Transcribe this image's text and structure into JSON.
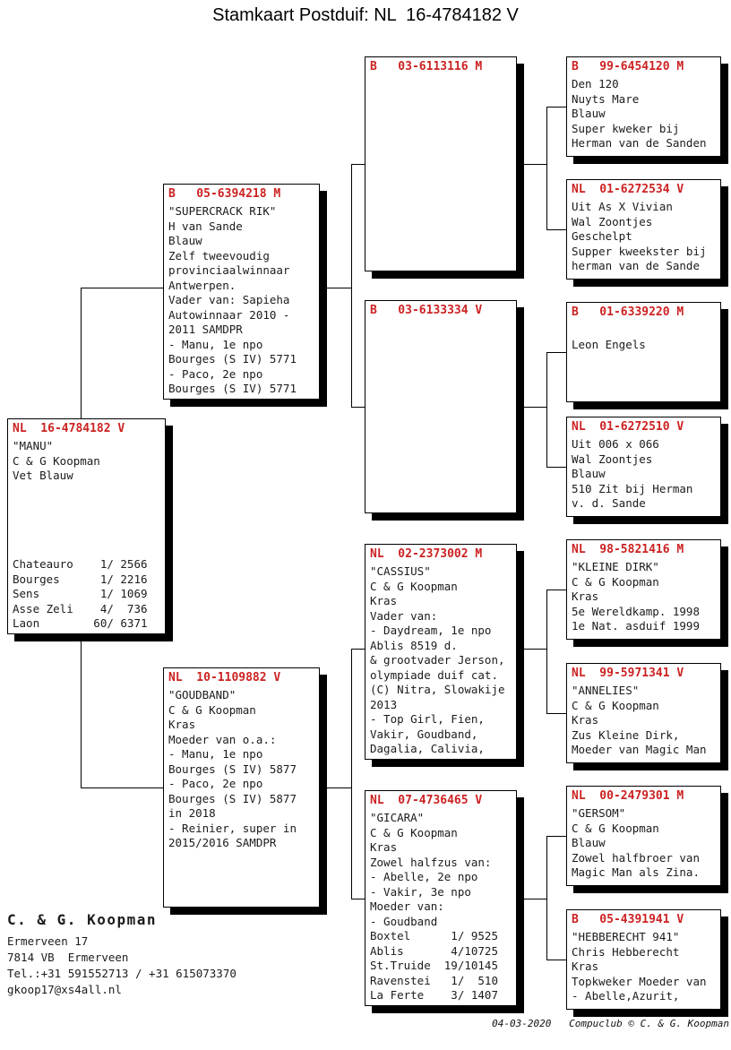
{
  "title": "Stamkaart Postduif: NL  16-4784182 V",
  "colors": {
    "ring_red": "#cc2222",
    "text": "#1b1b1b",
    "box_shadow": "#000000",
    "background": "#ffffff"
  },
  "boxes": {
    "subject": {
      "ring": "NL  16-4784182 V",
      "lines": [
        "\"MANU\"",
        "C & G Koopman",
        "Vet Blauw",
        "",
        "",
        "",
        "",
        "",
        "Chateauro    1/ 2566",
        "Bourges      1/ 2216",
        "Sens         1/ 1069",
        "Asse Zeli    4/  736",
        "Laon        60/ 6371"
      ]
    },
    "father": {
      "ring": "B   05-6394218 M",
      "lines": [
        "\"SUPERCRACK RIK\"",
        "H van Sande",
        "Blauw",
        "Zelf tweevoudig",
        "provinciaalwinnaar",
        "Antwerpen.",
        "Vader van: Sapieha",
        "Autowinnaar 2010 -",
        "2011 SAMDPR",
        "- Manu, 1e npo",
        "Bourges (S IV) 5771",
        "- Paco, 2e npo",
        "Bourges (S IV) 5771"
      ]
    },
    "mother": {
      "ring": "NL  10-1109882 V",
      "lines": [
        "\"GOUDBAND\"",
        "C & G Koopman",
        "Kras",
        "Moeder van o.a.:",
        "- Manu, 1e npo",
        "Bourges (S IV) 5877",
        "- Paco, 2e npo",
        "Bourges (S IV) 5877",
        "in 2018",
        "- Reinier, super in",
        "2015/2016 SAMDPR"
      ]
    },
    "g1": {
      "ring": "B   03-6113116 M",
      "lines": []
    },
    "g2": {
      "ring": "B   03-6133334 V",
      "lines": []
    },
    "g3": {
      "ring": "NL  02-2373002 M",
      "lines": [
        "\"CASSIUS\"",
        "C & G Koopman",
        "Kras",
        "Vader van:",
        "- Daydream, 1e npo",
        "Ablis 8519 d.",
        "& grootvader Jerson,",
        "olympiade duif cat.",
        "(C) Nitra, Slowakije",
        "2013",
        "- Top Girl, Fien,",
        "Vakir, Goudband,",
        "Dagalia, Calivia,"
      ]
    },
    "g4": {
      "ring": "NL  07-4736465 V",
      "lines": [
        "\"GICARA\"",
        "C & G Koopman",
        "Kras",
        "Zowel halfzus van:",
        "- Abelle, 2e npo",
        "- Vakir, 3e npo",
        "Moeder van:",
        "- Goudband",
        "Boxtel      1/ 9525",
        "Ablis       4/10725",
        "St.Truide  19/10145",
        "Ravenstei   1/  510",
        "La Ferte    3/ 1407"
      ]
    },
    "gg1": {
      "ring": "B   99-6454120 M",
      "lines": [
        "Den 120",
        "Nuyts Mare",
        "Blauw",
        "Super kweker bij",
        "Herman van de Sanden"
      ]
    },
    "gg2": {
      "ring": "NL  01-6272534 V",
      "lines": [
        "Uit As X Vivian",
        "Wal Zoontjes",
        "Geschelpt",
        "Supper kweekster bij",
        "herman van de Sande"
      ]
    },
    "gg3": {
      "ring": "B   01-6339220 M",
      "lines": [
        "",
        "Leon Engels"
      ]
    },
    "gg4": {
      "ring": "NL  01-6272510 V",
      "lines": [
        "Uit 006 x 066",
        "Wal Zoontjes",
        "Blauw",
        "510 Zit bij Herman",
        "v. d. Sande"
      ]
    },
    "gg5": {
      "ring": "NL  98-5821416 M",
      "lines": [
        "\"KLEINE DIRK\"",
        "C & G Koopman",
        "Kras",
        "5e Wereldkamp. 1998",
        "1e Nat. asduif 1999"
      ]
    },
    "gg6": {
      "ring": "NL  99-5971341 V",
      "lines": [
        "\"ANNELIES\"",
        "C & G Koopman",
        "Kras",
        "Zus Kleine Dirk,",
        "Moeder van Magic Man"
      ]
    },
    "gg7": {
      "ring": "NL  00-2479301 M",
      "lines": [
        "\"GERSOM\"",
        "C & G Koopman",
        "Blauw",
        "Zowel halfbroer van",
        "Magic Man als Zina."
      ]
    },
    "gg8": {
      "ring": "B   05-4391941 V",
      "lines": [
        "\"HEBBERECHT 941\"",
        "Chris Hebberecht",
        "Kras",
        "Topkweker Moeder van",
        "- Abelle,Azurit,"
      ]
    }
  },
  "owner": {
    "name": "C. & G. Koopman",
    "address_lines": [
      "Ermerveen 17",
      "7814 VB  Ermerveen",
      "Tel.:+31 591552713 / +31 615073370",
      "gkoop17@xs4all.nl"
    ]
  },
  "footer_note": "04-03-2020   Compuclub © C. & G. Koopman"
}
